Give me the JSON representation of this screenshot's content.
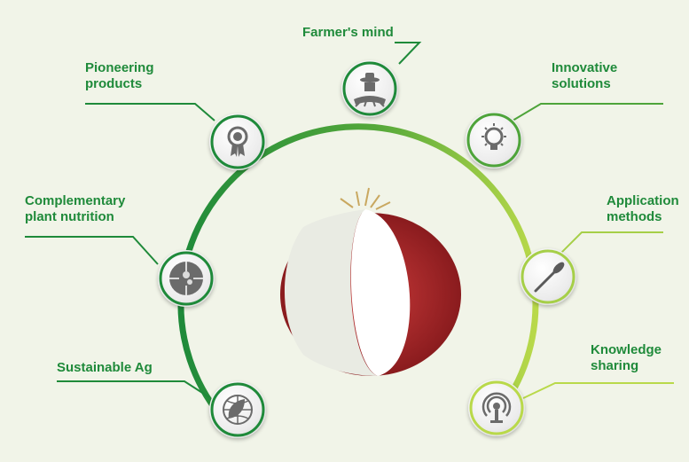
{
  "nodes": [
    {
      "key": "farmers_mind",
      "label": "Farmer's mind",
      "icon": "farmer-field-icon"
    },
    {
      "key": "pioneering",
      "label": "Pioneering\nproducts",
      "icon": "award-ribbon-icon"
    },
    {
      "key": "innovative",
      "label": "Innovative\nsolutions",
      "icon": "lightbulb-gear-icon"
    },
    {
      "key": "complementary",
      "label": "Complementary\nplant nutrition",
      "icon": "puzzle-icon"
    },
    {
      "key": "application",
      "label": "Application\nmethods",
      "icon": "spoon-icon"
    },
    {
      "key": "sustainable",
      "label": "Sustainable Ag",
      "icon": "leaf-globe-icon"
    },
    {
      "key": "knowledge",
      "label": "Knowledge\nsharing",
      "icon": "broadcast-icon"
    }
  ],
  "colors": {
    "background": "#f1f4e8",
    "arc_dark": "#1f8a3a",
    "arc_light": "#b9d94a",
    "label": "#1f8a3a",
    "tomato_red": "#b3262b",
    "icon_gray": "#6b6b6b"
  }
}
